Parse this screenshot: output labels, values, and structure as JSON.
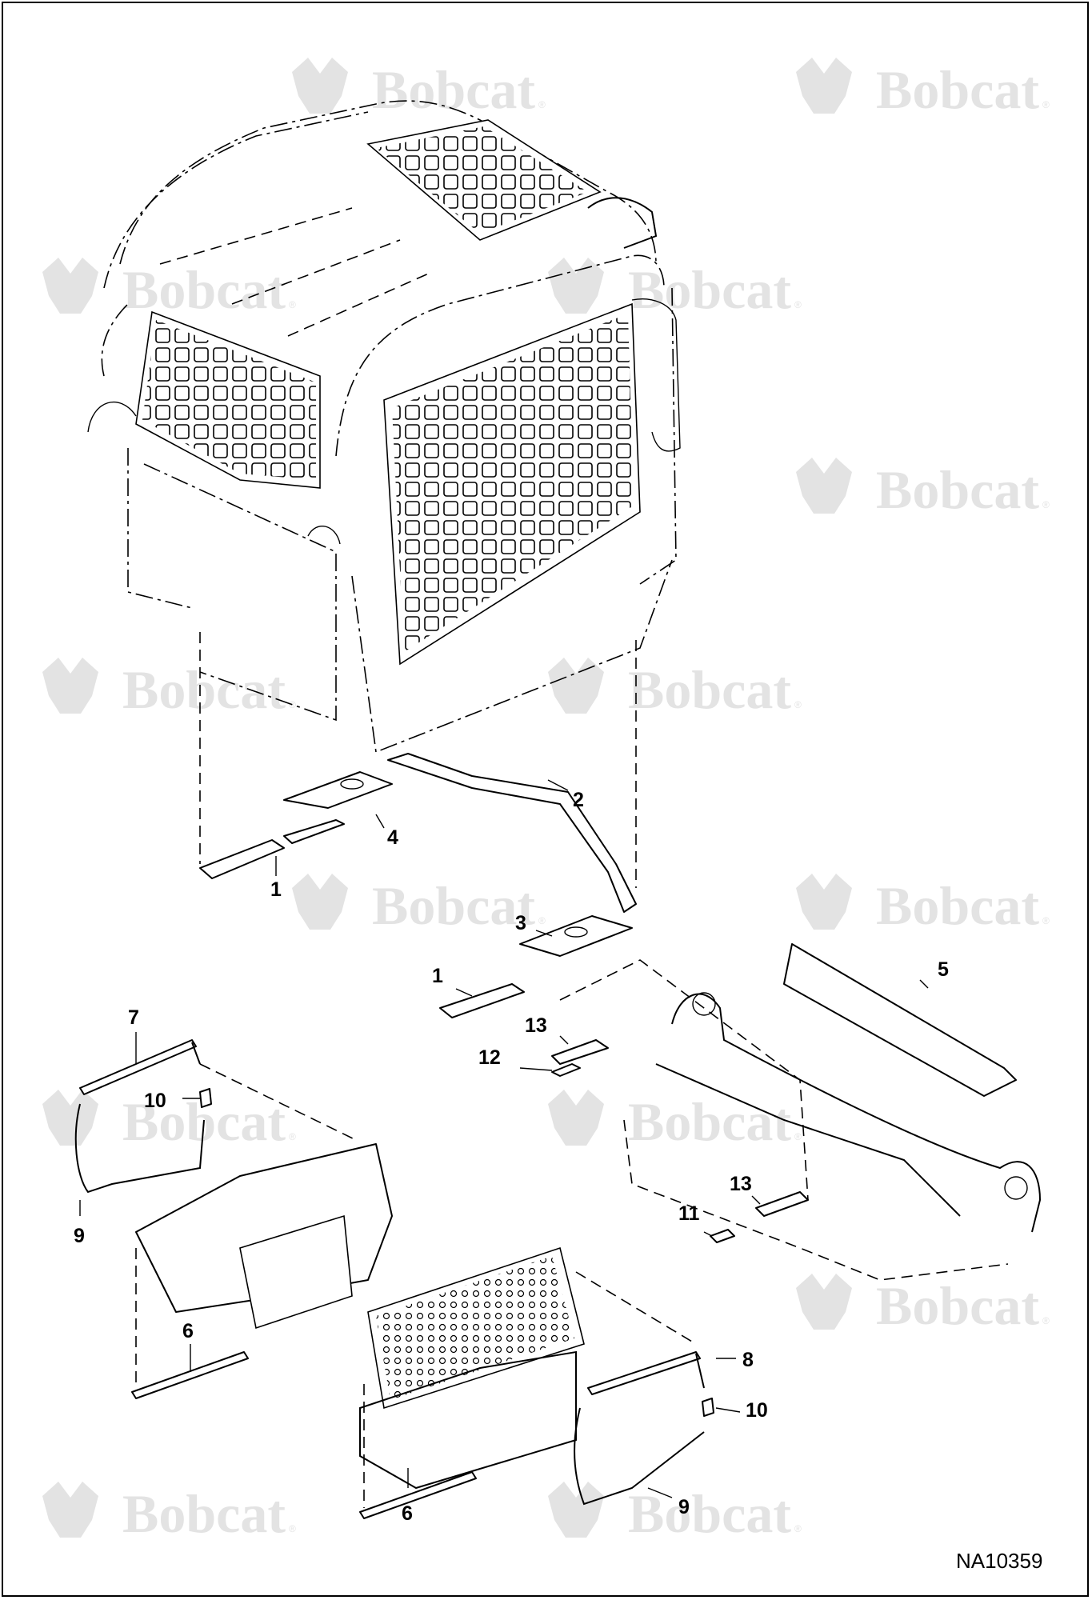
{
  "watermark": {
    "text": "Bobcat",
    "registered": "®"
  },
  "drawing_id": "NA10359",
  "callouts": {
    "c1_top": "1",
    "c2": "2",
    "c4": "4",
    "c3": "3",
    "c1_mid": "1",
    "c5": "5",
    "c13_top": "13",
    "c12": "12",
    "c13_bottom": "13",
    "c11": "11",
    "c7": "7",
    "c10_left": "10",
    "c9_left": "9",
    "c6_left": "6",
    "c6_bottom": "6",
    "c8": "8",
    "c10_right": "10",
    "c9_right": "9"
  }
}
